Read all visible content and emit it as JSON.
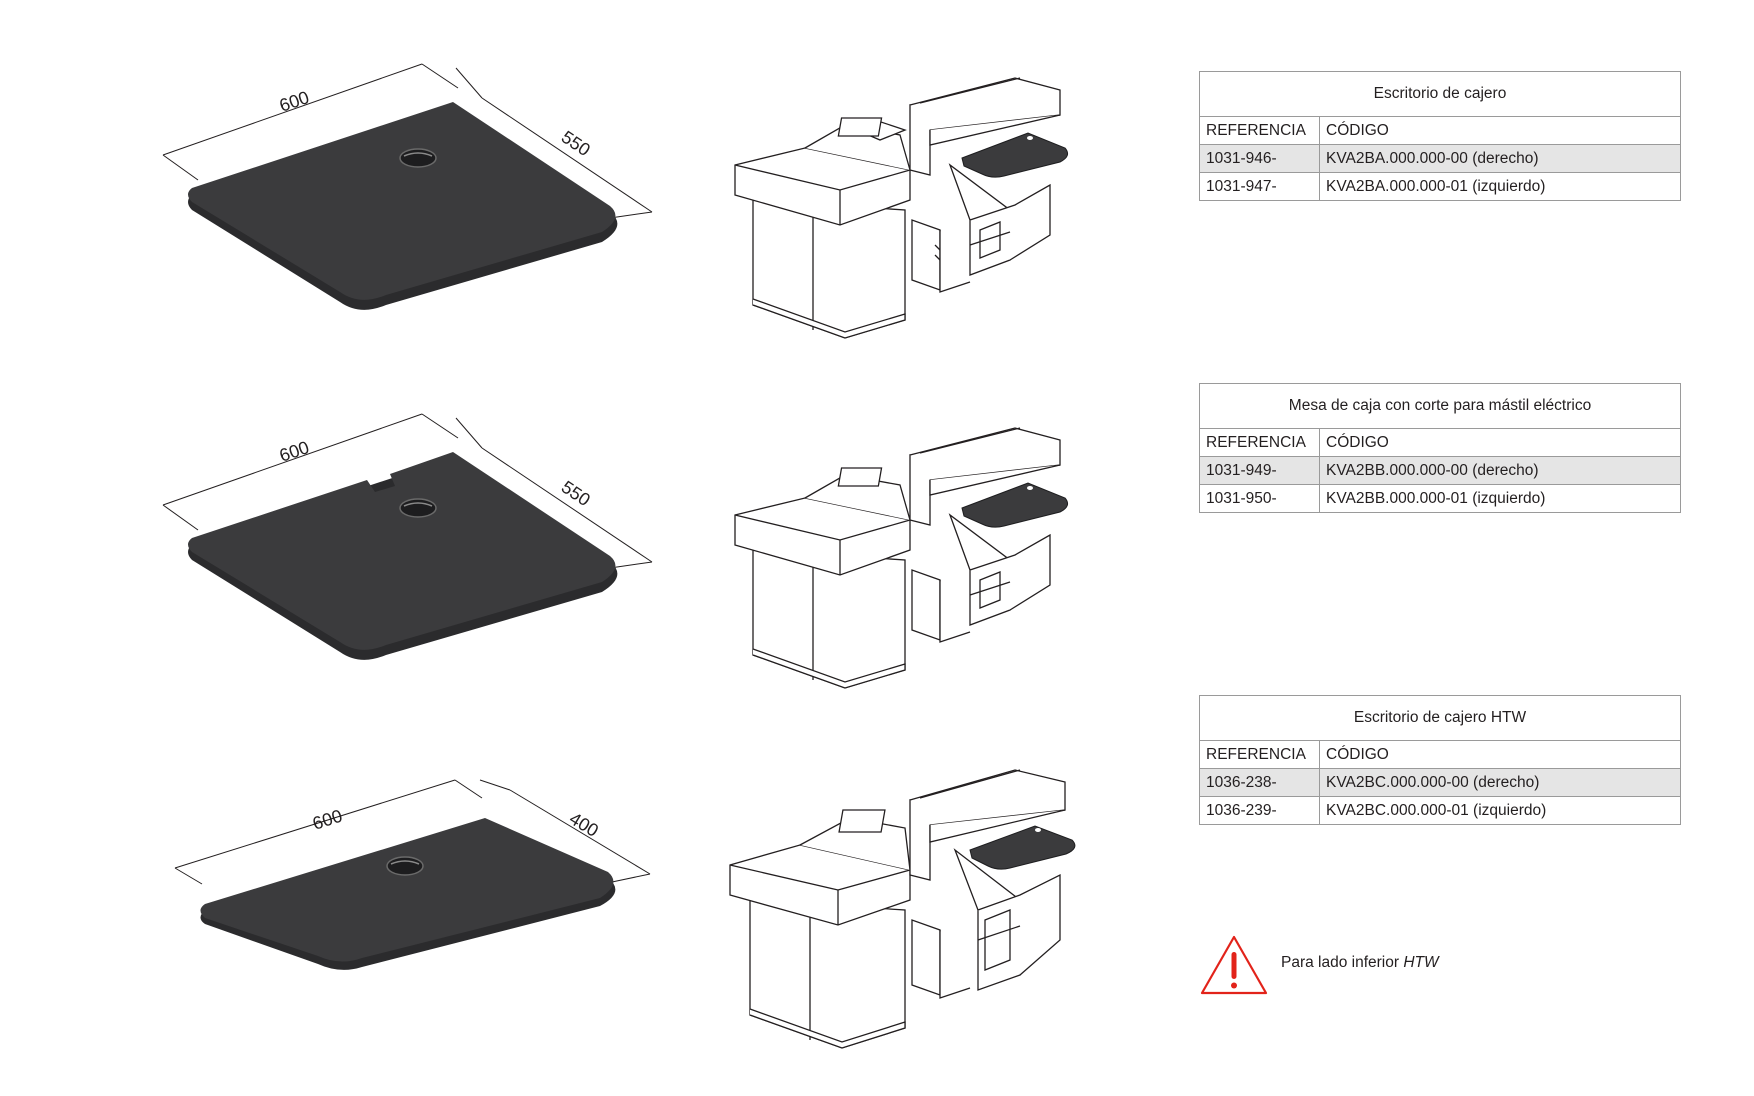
{
  "sections": [
    {
      "desk": {
        "width_label": "600",
        "depth_label": "550"
      },
      "table": {
        "title": "Escritorio de cajero",
        "headers": [
          "REFERENCIA",
          "CÓDIGO"
        ],
        "rows": [
          [
            "1031-946-",
            "KVA2BA.000.000-00 (derecho)"
          ],
          [
            "1031-947-",
            "KVA2BA.000.000-01 (izquierdo)"
          ]
        ]
      }
    },
    {
      "desk": {
        "width_label": "600",
        "depth_label": "550"
      },
      "table": {
        "title": "Mesa de caja con corte para mástil eléctrico",
        "headers": [
          "REFERENCIA",
          "CÓDIGO"
        ],
        "rows": [
          [
            "1031-949-",
            "KVA2BB.000.000-00 (derecho)"
          ],
          [
            "1031-950-",
            "KVA2BB.000.000-01 (izquierdo)"
          ]
        ]
      }
    },
    {
      "desk": {
        "width_label": "600",
        "depth_label": "400"
      },
      "table": {
        "title": "Escritorio de cajero  HTW",
        "headers": [
          "REFERENCIA",
          "CÓDIGO"
        ],
        "rows": [
          [
            "1036-238-",
            "KVA2BC.000.000-00 (derecho)"
          ],
          [
            "1036-239-",
            "KVA2BC.000.000-01 (izquierdo)"
          ]
        ]
      }
    }
  ],
  "warning": {
    "text": "Para lado inferior ",
    "emphasis": "HTW",
    "icon": "warning-triangle-icon",
    "icon_color": "#e2231a"
  },
  "colors": {
    "desk_top": "#3b3b3d",
    "shaded_row": "#e5e5e5"
  }
}
